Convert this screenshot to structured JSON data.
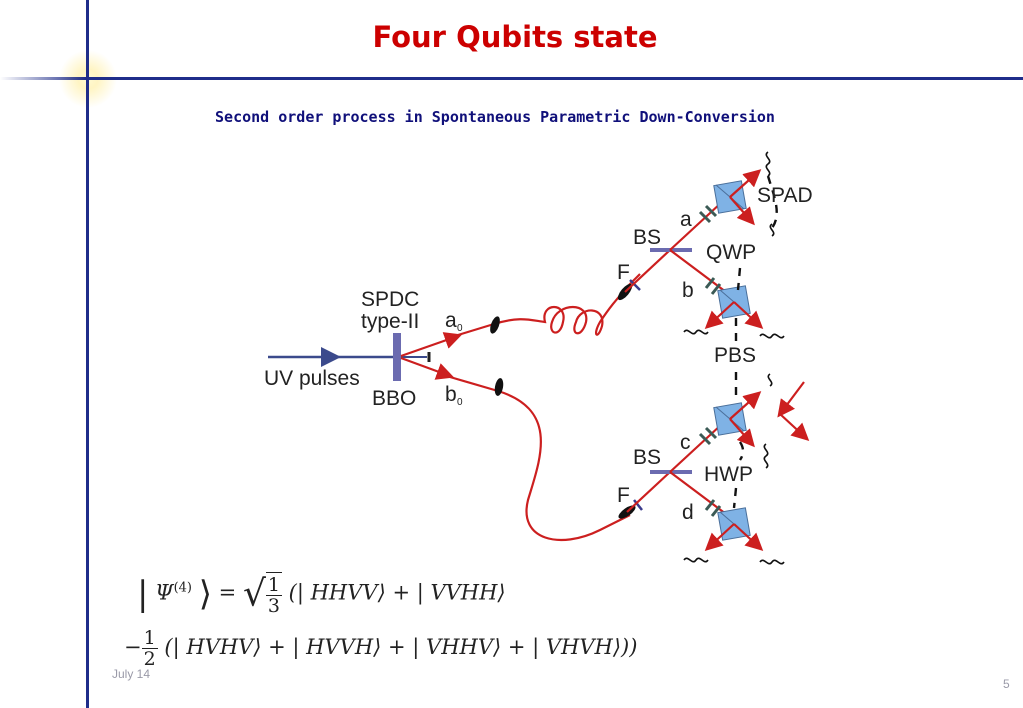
{
  "slide": {
    "title": "Four Qubits state",
    "subtitle": "Second order process in Spontaneous Parametric Down-Conversion",
    "date": "July 14",
    "page": "5"
  },
  "diagram": {
    "labels": {
      "spdc": "SPDC",
      "type": "type-II",
      "uv": "UV pulses",
      "bbo": "BBO",
      "a0": "a",
      "b0": "b",
      "a0_sub": "0",
      "b0_sub": "0",
      "spad": "SPAD",
      "a": "a",
      "b": "b",
      "c": "c",
      "d": "d",
      "bs_top": "BS",
      "bs_bottom": "BS",
      "qwp": "QWP",
      "hwp": "HWP",
      "pbs": "PBS",
      "f_top": "F",
      "f_bottom": "F"
    }
  },
  "equation": {
    "line1_psi": "Ψ",
    "line1_sup": "(4)",
    "line1_eq": "=",
    "line1_num": "1",
    "line1_den": "3",
    "line1_terms": "(| HHVV⟩ + | VVHH⟩",
    "line2_minus": "−",
    "line2_num": "1",
    "line2_den": "2",
    "line2_terms": "(| HVHV⟩ + | HVVH⟩ + | VHHV⟩ + | VHVH⟩))"
  },
  "colors": {
    "title": "#cc0000",
    "subtitle": "#10107a",
    "rule": "#1f2d8a",
    "beam": "#cc1f1f",
    "uv_beam": "#3b4a8c",
    "pbs_cube": "#7fb2e5"
  }
}
